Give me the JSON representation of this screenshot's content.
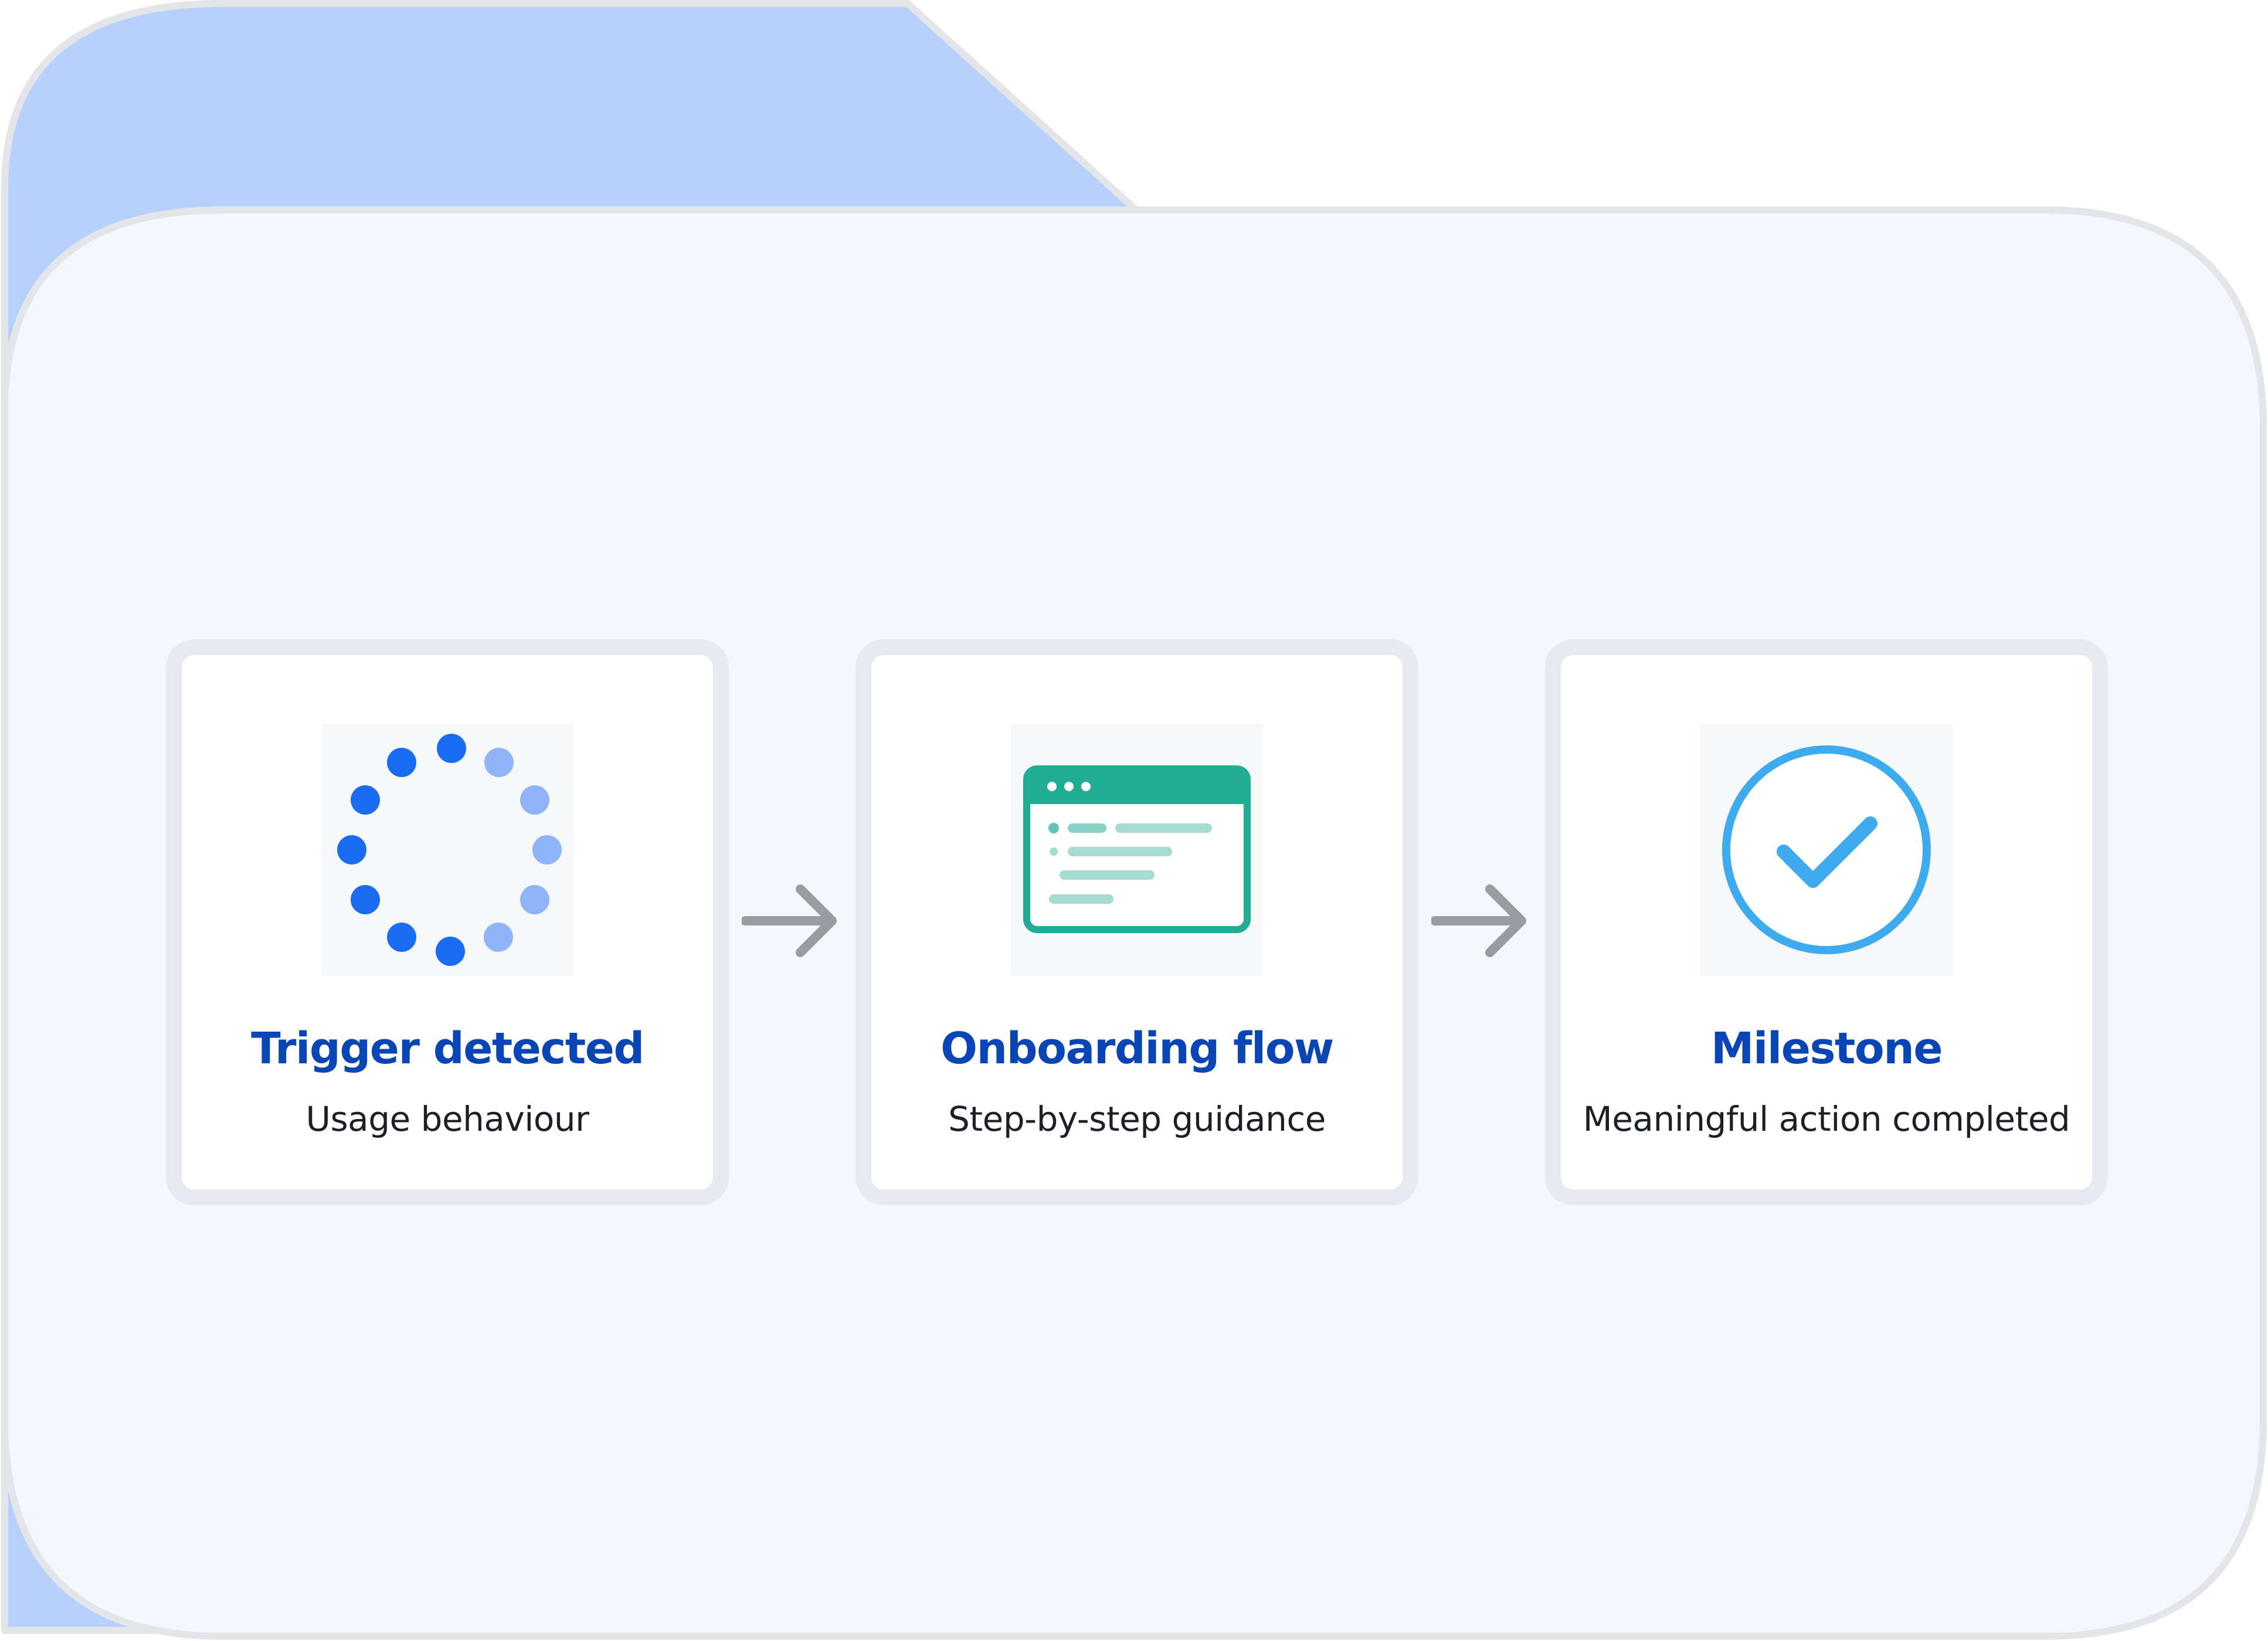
{
  "colors": {
    "tab": "#b8d1fc",
    "folder_body": "#f4f8fe",
    "folder_outline": "#e3e5e9",
    "card_border": "#e8eaef",
    "title": "#0a45b5",
    "subtitle": "#1c1f26",
    "arrow": "#9a9ca2",
    "spinner_strong": "#1a6cf2",
    "spinner_faint": "#8fb4f7",
    "window_teal": "#20ad93",
    "window_line": "#a6dbd0",
    "check_blue": "#3eabef"
  },
  "steps": [
    {
      "icon": "loading-spinner-icon",
      "title": "Trigger detected",
      "subtitle": "Usage behaviour"
    },
    {
      "icon": "browser-window-icon",
      "title": "Onboarding flow",
      "subtitle": "Step-by-step guidance"
    },
    {
      "icon": "check-circle-icon",
      "title": "Milestone",
      "subtitle": "Meaningful action completed"
    }
  ],
  "connectors": [
    {
      "icon": "arrow-right-icon"
    },
    {
      "icon": "arrow-right-icon"
    }
  ]
}
